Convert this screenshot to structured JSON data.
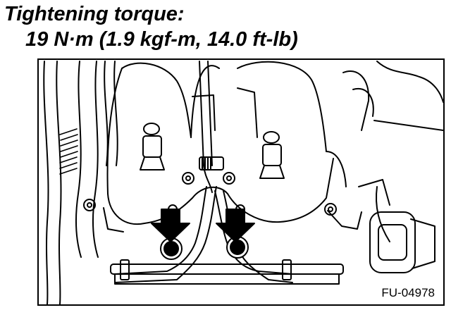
{
  "caption": {
    "heading": "Tightening torque:",
    "spec": "19 N·m (1.9 kgf-m, 14.0 ft-lb)"
  },
  "figure": {
    "id": "FU-04978",
    "callouts": [
      {
        "name": "left-bolt-arrow"
      },
      {
        "name": "right-bolt-arrow"
      }
    ]
  }
}
